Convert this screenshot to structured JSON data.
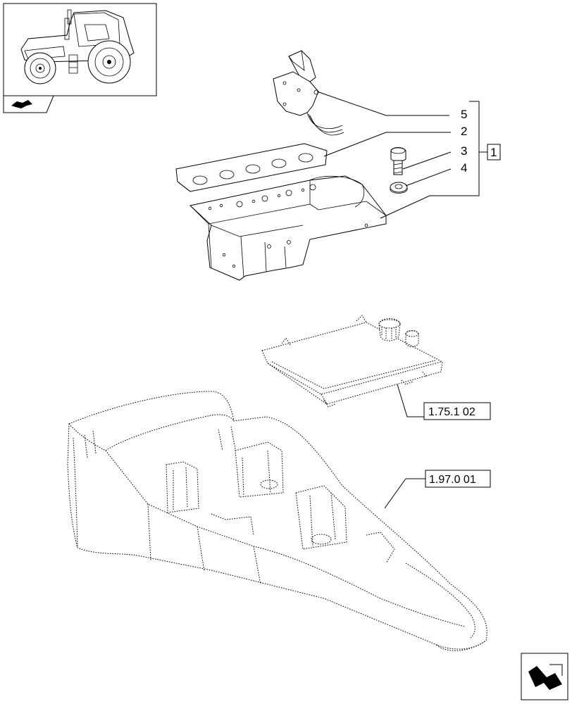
{
  "callouts": {
    "item_1": "1",
    "item_2": "2",
    "item_3": "3",
    "item_4": "4",
    "item_5": "5"
  },
  "references": {
    "ref_a": "1.75.1 02",
    "ref_b": "1.97.0 01"
  },
  "icons": {
    "thumbnail": "tractor-thumbnail-icon",
    "section_tab": "section-arrow-icon",
    "navigate": "next-page-arrow-icon"
  }
}
